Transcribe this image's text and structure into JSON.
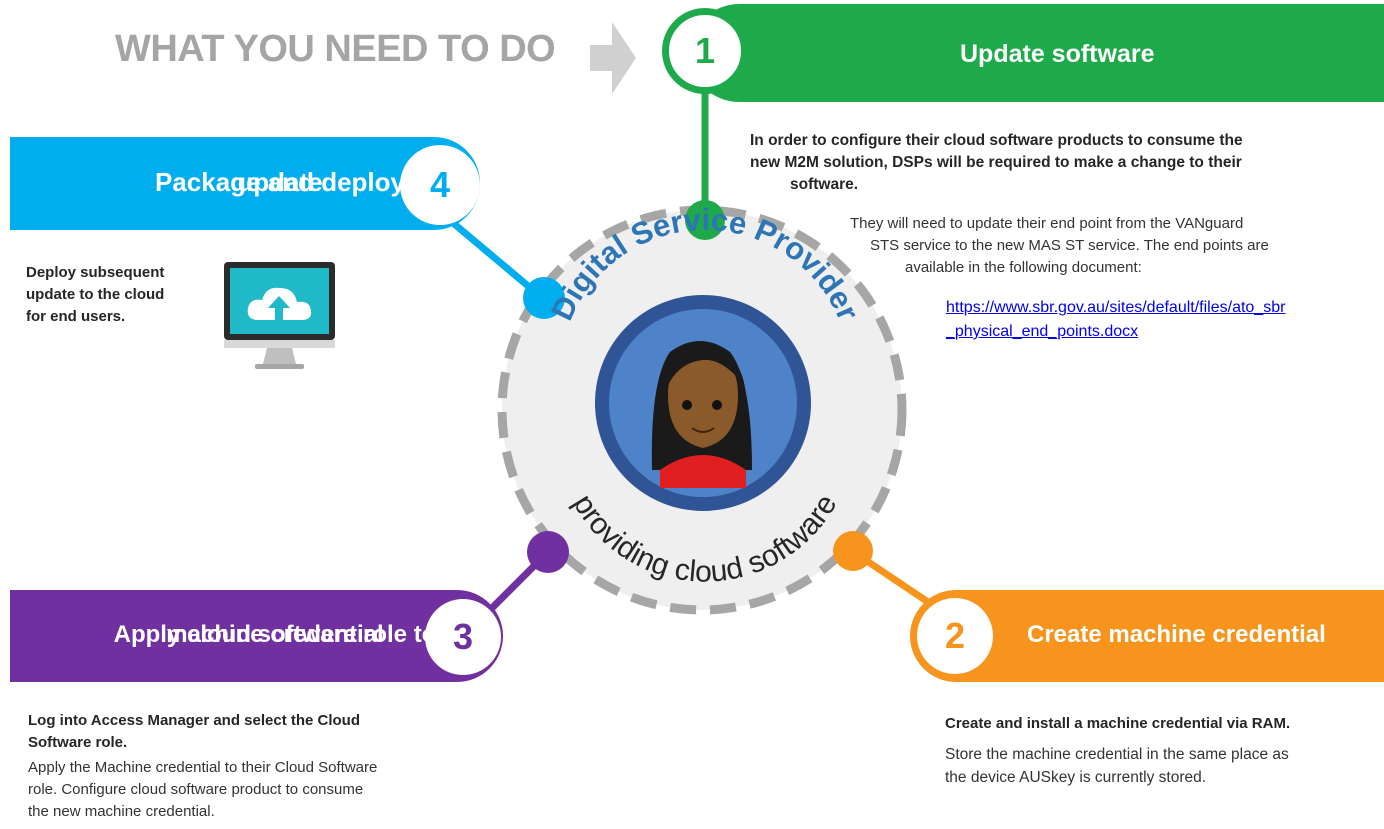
{
  "header": {
    "title": "WHAT YOU NEED TO DO"
  },
  "center": {
    "top_text": "Digital Service Provider",
    "bottom_text": "providing cloud software"
  },
  "steps": [
    {
      "number": "1",
      "title": "Update software",
      "color": "#1eaa4b",
      "paragraph_bold_lines": [
        "In order to configure their cloud software products to consume the",
        "new M2M solution, DSPs will be required to make a change to their",
        "software."
      ],
      "paragraph_lines": [
        "They will need to update their end point from the VANguard",
        "STS service to the new MAS ST service. The end points are",
        "available in the following document:"
      ],
      "link_lines": [
        "https://www.sbr.gov.au/sites/default/files/ato_sbr",
        "_physical_end_points.docx"
      ]
    },
    {
      "number": "2",
      "title": "Create machine credential",
      "color": "#f7941d",
      "bold_line": "Create and install a machine credential via RAM.",
      "paragraph_lines": [
        "Store the machine credential in the same place as",
        "the device AUSkey is currently stored."
      ]
    },
    {
      "number": "3",
      "title_lines": [
        "Apply cloud software role to",
        "machine credential"
      ],
      "color": "#7030a0",
      "bold_lines": [
        "Log into Access Manager and select the Cloud",
        "Software role."
      ],
      "paragraph_lines": [
        "Apply the Machine credential to their Cloud Software",
        "role.  Configure cloud software product to consume",
        "the new machine credential."
      ]
    },
    {
      "number": "4",
      "title_lines": [
        "Package and deploy",
        "update"
      ],
      "color": "#00aeef",
      "bold_lines": [
        "Deploy subsequent",
        "update to the cloud",
        "for end users."
      ]
    }
  ]
}
